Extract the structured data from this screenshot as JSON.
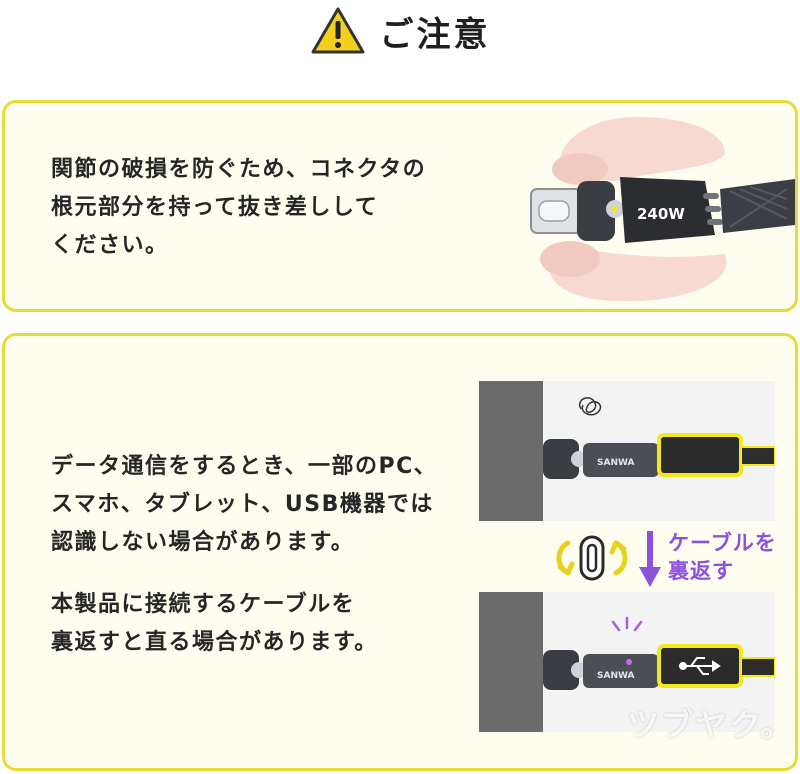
{
  "header": {
    "title": "ご注意",
    "icon": "warning-triangle-icon",
    "icon_color": "#f5cf1e"
  },
  "colors": {
    "border": "#e5dc3a",
    "card_bg": "#fffdf0",
    "accent_purple": "#8a52dd",
    "flip_yellow": "#e7d31d",
    "highlight_yellow": "#f2e91a"
  },
  "card1": {
    "lines": [
      "関節の破損を防ぐため、コネクタの",
      "根元部分を持って抜き差しして",
      "ください。"
    ],
    "cable_label": "240W"
  },
  "card2": {
    "para1": [
      "データ通信をするとき、一部のPC、",
      "スマホ、タブレット、USB機器では",
      "認識しない場合があります。"
    ],
    "para2": [
      "本製品に接続するケーブルを",
      "裏返すと直る場合があります。"
    ],
    "flip_label": [
      "ケーブルを",
      "裏返す"
    ],
    "connector_brand": "SANWA",
    "usb_icon": "usb-icon",
    "tangle_icon": "tangle-icon",
    "watermark": "ツブヤク。"
  }
}
